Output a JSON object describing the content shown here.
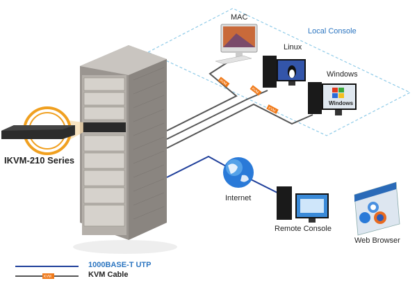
{
  "labels": {
    "local_console": "Local Console",
    "mac": "MAC",
    "linux": "Linux",
    "windows": "Windows",
    "device": "IKVM-210 Series",
    "internet": "Internet",
    "remote_console": "Remote Console",
    "web_browser": "Web Browser",
    "kvm_tag": "KVM",
    "windows_screen": "Windows"
  },
  "legend": {
    "utp": "1000BASE-T UTP",
    "kvm_cable": "KVM Cable",
    "kvm_tag": "KVM"
  },
  "colors": {
    "utp_line": "#1f3f9a",
    "kvm_line": "#555555",
    "kvm_tag": "#f07a1a",
    "local_console_border": "#8fcbe8",
    "highlight_ring": "#f0a020",
    "label_blue": "#2a74c0"
  }
}
